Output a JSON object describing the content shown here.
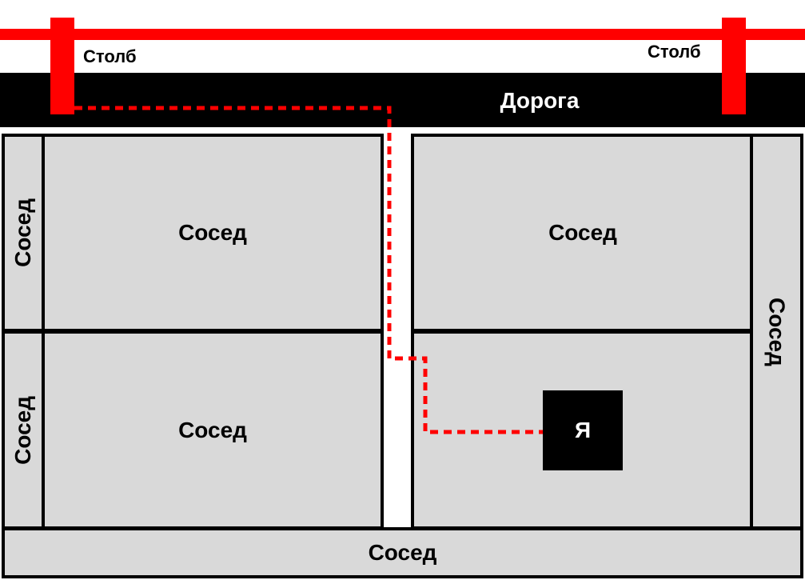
{
  "title": "",
  "labels": {
    "pole_left": "Столб",
    "pole_right": "Столб",
    "road": "Дорога",
    "me": "Я",
    "neighbor_top_left": "Сосед",
    "neighbor_bottom_left": "Сосед",
    "neighbor_top_right": "Сосед",
    "neighbor_left_strip_top": "Сосед",
    "neighbor_left_strip_bottom": "Сосед",
    "neighbor_right_strip": "Сосед",
    "neighbor_bottom_strip": "Сосед"
  },
  "colors": {
    "power_line": "#ff0000",
    "cable_route": "#ff0000",
    "road": "#000000",
    "plot_fill": "#d9d9d9",
    "house": "#000000"
  }
}
